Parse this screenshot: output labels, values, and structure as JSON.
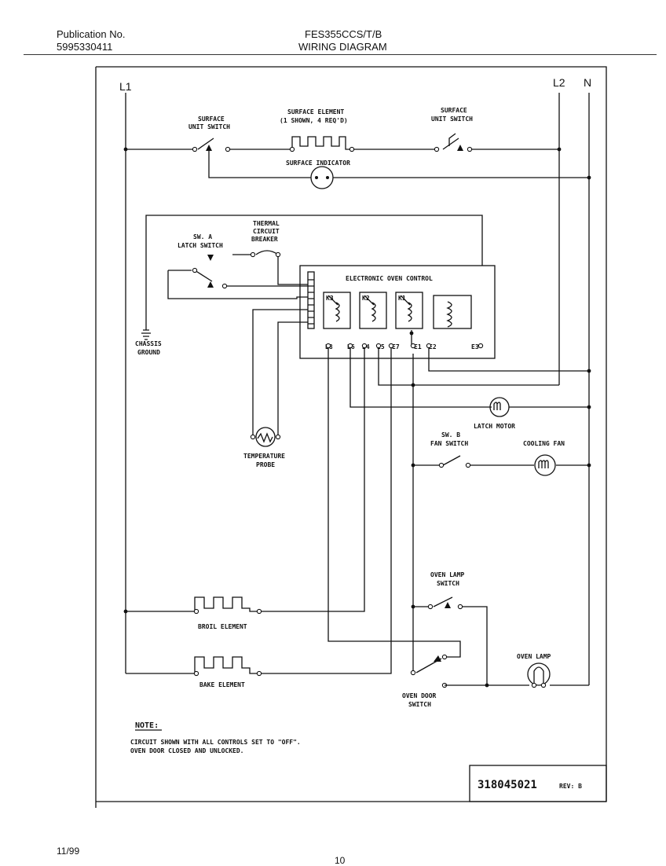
{
  "header": {
    "publication_label": "Publication No.",
    "publication_number": "5995330411",
    "model": "FES355CCS/T/B",
    "document_type": "WIRING DIAGRAM"
  },
  "diagram": {
    "lines": {
      "l1": "L1",
      "l2": "L2",
      "n": "N"
    },
    "labels": {
      "surface_switch_left_1": "SURFACE",
      "surface_switch_left_2": "UNIT SWITCH",
      "surface_element_1": "SURFACE ELEMENT",
      "surface_element_2": "(1 SHOWN, 4 REQ'D)",
      "surface_switch_right_1": "SURFACE",
      "surface_switch_right_2": "UNIT SWITCH",
      "surface_indicator": "SURFACE INDICATOR",
      "sw_a_1": "SW. A",
      "sw_a_2": "LATCH SWITCH",
      "thermal_1": "THERMAL",
      "thermal_2": "CIRCUIT",
      "thermal_3": "BREAKER",
      "eoc": "ELECTRONIC OVEN CONTROL",
      "chassis_1": "CHASSIS",
      "chassis_2": "GROUND",
      "temp_probe_1": "TEMPERATURE",
      "temp_probe_2": "PROBE",
      "latch_motor": "LATCH MOTOR",
      "sw_b_1": "SW. B",
      "sw_b_2": "FAN SWITCH",
      "cooling_fan": "COOLING FAN",
      "oven_lamp_switch_1": "OVEN LAMP",
      "oven_lamp_switch_2": "SWITCH",
      "broil_element": "BROIL ELEMENT",
      "bake_element": "BAKE ELEMENT",
      "oven_lamp": "OVEN LAMP",
      "oven_door_switch_1": "OVEN DOOR",
      "oven_door_switch_2": "SWITCH"
    },
    "relay_labels": [
      "K3",
      "K2",
      "K1"
    ],
    "terminals": [
      "E8",
      "E6",
      "E4",
      "E5",
      "E7",
      "E1",
      "E2",
      "E3"
    ],
    "note": {
      "heading": "NOTE:",
      "line1": "CIRCUIT SHOWN WITH ALL CONTROLS SET TO \"OFF\".",
      "line2": "OVEN DOOR CLOSED AND UNLOCKED."
    },
    "part_number": "318045021",
    "revision": "REV: B"
  },
  "footer": {
    "date": "11/99",
    "page": "10"
  }
}
